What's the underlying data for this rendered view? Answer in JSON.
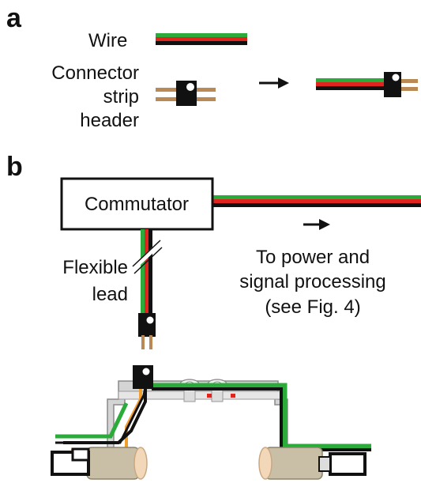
{
  "panels": {
    "a": {
      "letter": "a",
      "wire_label": "Wire",
      "connector_label_lines": [
        "Connector",
        "strip",
        "header"
      ]
    },
    "b": {
      "letter": "b",
      "commutator_label": "Commutator",
      "flexible_lead_lines": [
        "Flexible",
        "lead"
      ],
      "destination_lines": [
        "To power and",
        "signal processing",
        "(see Fig. 4)"
      ]
    }
  },
  "wire_colors": {
    "green": "#2bab3a",
    "red": "#e0241e",
    "black": "#111111",
    "orange": "#f0a030",
    "pin_brown": "#b98a55",
    "connector_black": "#111111"
  }
}
